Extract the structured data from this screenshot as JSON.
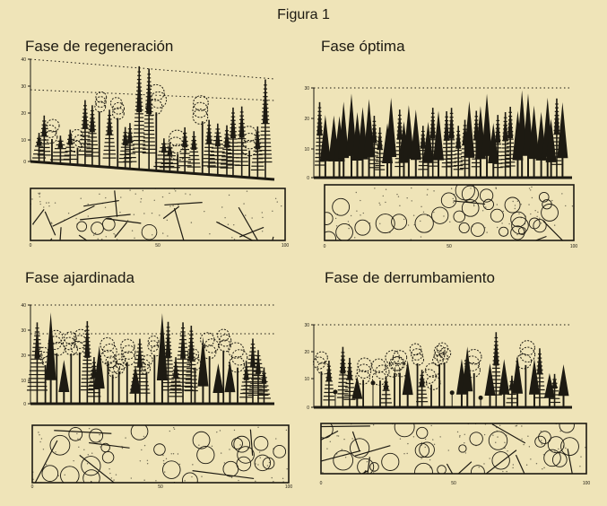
{
  "figure": {
    "title": "Figura 1"
  },
  "panels": [
    {
      "id": "regeneracion",
      "title": "Fase de regeneración",
      "style": "regen",
      "axis_labels": [
        "40",
        "30",
        "20",
        "10",
        "0"
      ],
      "plot_labels": [
        "0",
        "50",
        "100"
      ]
    },
    {
      "id": "optima",
      "title": "Fase óptima",
      "style": "optima",
      "axis_labels": [
        "30",
        "20",
        "10",
        "0"
      ],
      "plot_labels": [
        "0",
        "50",
        "100"
      ]
    },
    {
      "id": "ajardinada",
      "title": "Fase ajardinada",
      "style": "ajard",
      "axis_labels": [
        "40",
        "30",
        "20",
        "10",
        "0"
      ],
      "plot_labels": [
        "0",
        "50",
        "100"
      ]
    },
    {
      "id": "derrumbamiento",
      "title": "Fase de derrumbamiento",
      "style": "derr",
      "axis_labels": [
        "30",
        "20",
        "10",
        "0"
      ],
      "plot_labels": [
        "0",
        "50",
        "100"
      ]
    }
  ],
  "colors": {
    "background": "#efe4b8",
    "ink": "#1d1a12"
  }
}
